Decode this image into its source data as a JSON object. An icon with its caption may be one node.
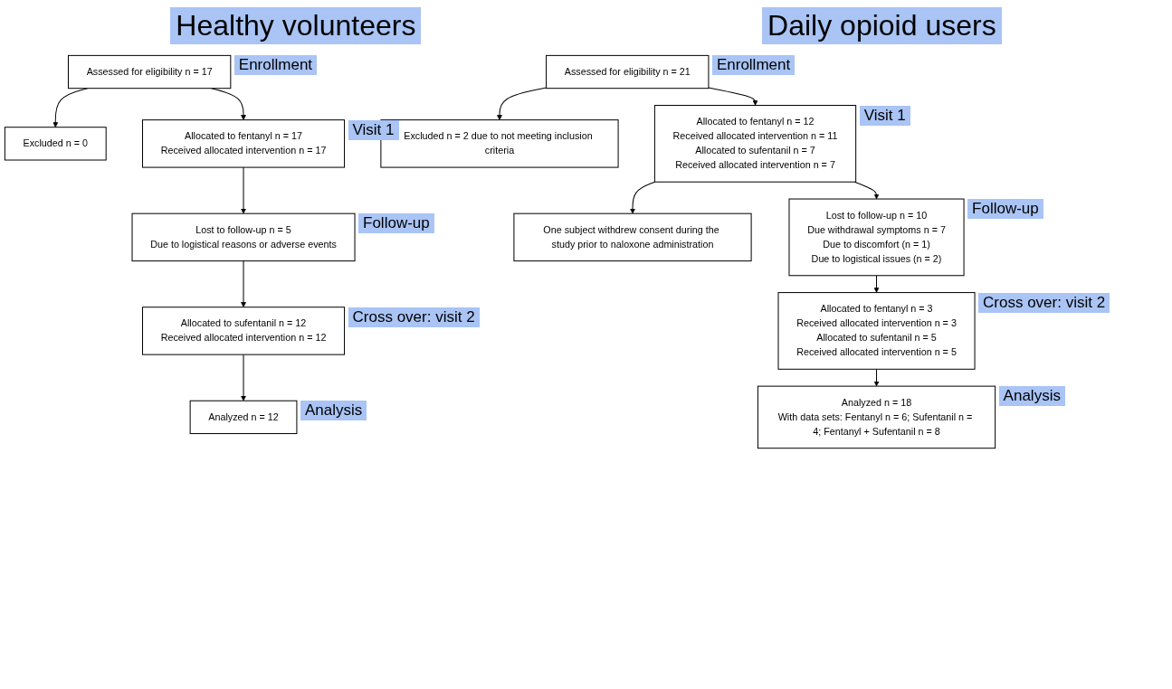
{
  "diagram": {
    "nodes": [
      {
        "text": [
          "Assessed for eligibility n = 17"
        ],
        "beside": [
          "Enrollment"
        ]
      },
      {
        "text": [
          "Excluded n = 0"
        ]
      },
      {
        "text": [
          "Allocated to fentanyl n = 17",
          "Received allocated intervention n = 17"
        ],
        "beside": [
          "Visit 1"
        ]
      },
      {
        "text": [
          "Lost to follow-up n = 5",
          "Due to logistical reasons or adverse events"
        ],
        "beside": [
          "Follow-up"
        ]
      },
      {
        "text": [
          "Allocated to sufentanil n = 12",
          "Received allocated intervention n = 12"
        ],
        "beside": [
          "Cross over: visit 2"
        ]
      },
      {
        "text": [
          "Analyzed n = 12"
        ],
        "beside": [
          "Analysis"
        ]
      },
      {
        "text": [
          "Assessed for eligibility n = 21"
        ],
        "beside": [
          "Enrollment"
        ]
      },
      {
        "text": [
          "Excluded n = 2 due to not meeting inclusion criteria"
        ]
      },
      {
        "text": [
          "Allocated to fentanyl n = 12",
          "Received allocated intervention n = 11",
          "Allocated to sufentanil n = 7",
          "Received allocated intervention n = 7"
        ],
        "beside": [
          "Visit 1"
        ]
      },
      {
        "text": [
          "One subject withdrew consent during the study prior to naloxone administration"
        ]
      },
      {
        "text": [
          "Lost to follow-up n = 10",
          "Due withdrawal symptoms n = 7",
          "Due to discomfort (n = 1)",
          "Due to logistical issues (n = 2)"
        ],
        "beside": [
          "Follow-up"
        ]
      },
      {
        "text": [
          "Allocated to fentanyl n = 3",
          "Received allocated intervention n = 3",
          "Allocated to sufentanil n = 5",
          "Received allocated intervention n = 5"
        ],
        "beside": [
          "Cross over: visit 2"
        ]
      },
      {
        "text": [
          "Analyzed n = 18",
          "With data sets: Fentanyl n = 6; Sufentanil n = 4; Fentanyl + Sufentanil n = 8"
        ],
        "beside": [
          "Analysis"
        ]
      }
    ],
    "edges": [
      {
        "from": 0,
        "to": 2,
        "arrow": "to"
      },
      {
        "from": 0,
        "to": 1,
        "arrow": "to"
      },
      {
        "from": 2,
        "to": 3,
        "arrow": "to"
      },
      {
        "from": 3,
        "to": 4,
        "arrow": "to"
      },
      {
        "from": 4,
        "to": 5,
        "arrow": "to"
      },
      {
        "from": 6,
        "to": 8,
        "arrow": "to"
      },
      {
        "from": 6,
        "to": 7,
        "arrow": "to"
      },
      {
        "from": 8,
        "to": 9,
        "arrow": "to"
      },
      {
        "from": 8,
        "to": 10,
        "arrow": "to"
      },
      {
        "from": 10,
        "to": 11,
        "arrow": "to"
      },
      {
        "from": 11,
        "to": 12,
        "arrow": "to"
      }
    ],
    "labels": [
      "Healthy volunteers",
      "Daily opioid users"
    ]
  }
}
